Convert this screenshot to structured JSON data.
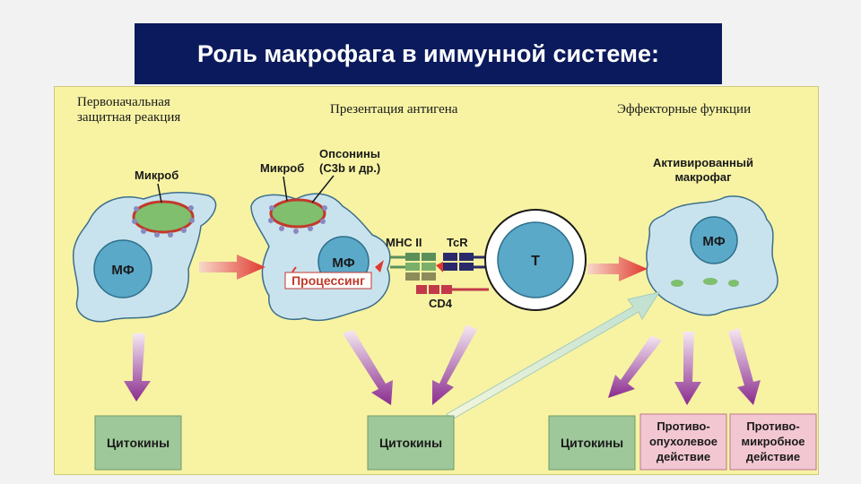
{
  "title": "Роль макрофага в иммунной системе:",
  "sections": {
    "primary_line1": "Первоначальная",
    "primary_line2": "защитная реакция",
    "presentation": "Презентация антигена",
    "effector": "Эффекторные функции"
  },
  "labels": {
    "microbe1": "Микроб",
    "microbe2": "Микроб",
    "opsonins_line1": "Опсонины",
    "opsonins_line2": "(C3b и др.)",
    "activated_line1": "Активированный",
    "activated_line2": "макрофаг",
    "mf1": "МФ",
    "mf2": "МФ",
    "mf3": "МФ",
    "processing": "Процессинг",
    "mhc": "MHC II",
    "tcr": "TcR",
    "cd4": "CD4",
    "t_cell": "T"
  },
  "boxes": {
    "cytokines1": "Цитокины",
    "cytokines2": "Цитокины",
    "cytokines3": "Цитокины",
    "antitumor_line1": "Противо-",
    "antitumor_line2": "опухолевое",
    "antitumor_line3": "действие",
    "antimicrobial_line1": "Противо-",
    "antimicrobial_line2": "микробное",
    "antimicrobial_line3": "действие"
  },
  "colors": {
    "title_bg": "#0b1a5c",
    "panel_bg": "#f7f3a3",
    "cell_fill": "#c9e3ee",
    "nucleus_fill": "#5aa9c9",
    "cytokine_box": "#9fc89a",
    "effect_box": "#f2c7d2",
    "arrow_purple": "#9a3a9a",
    "arrow_red": "#e0453a"
  }
}
